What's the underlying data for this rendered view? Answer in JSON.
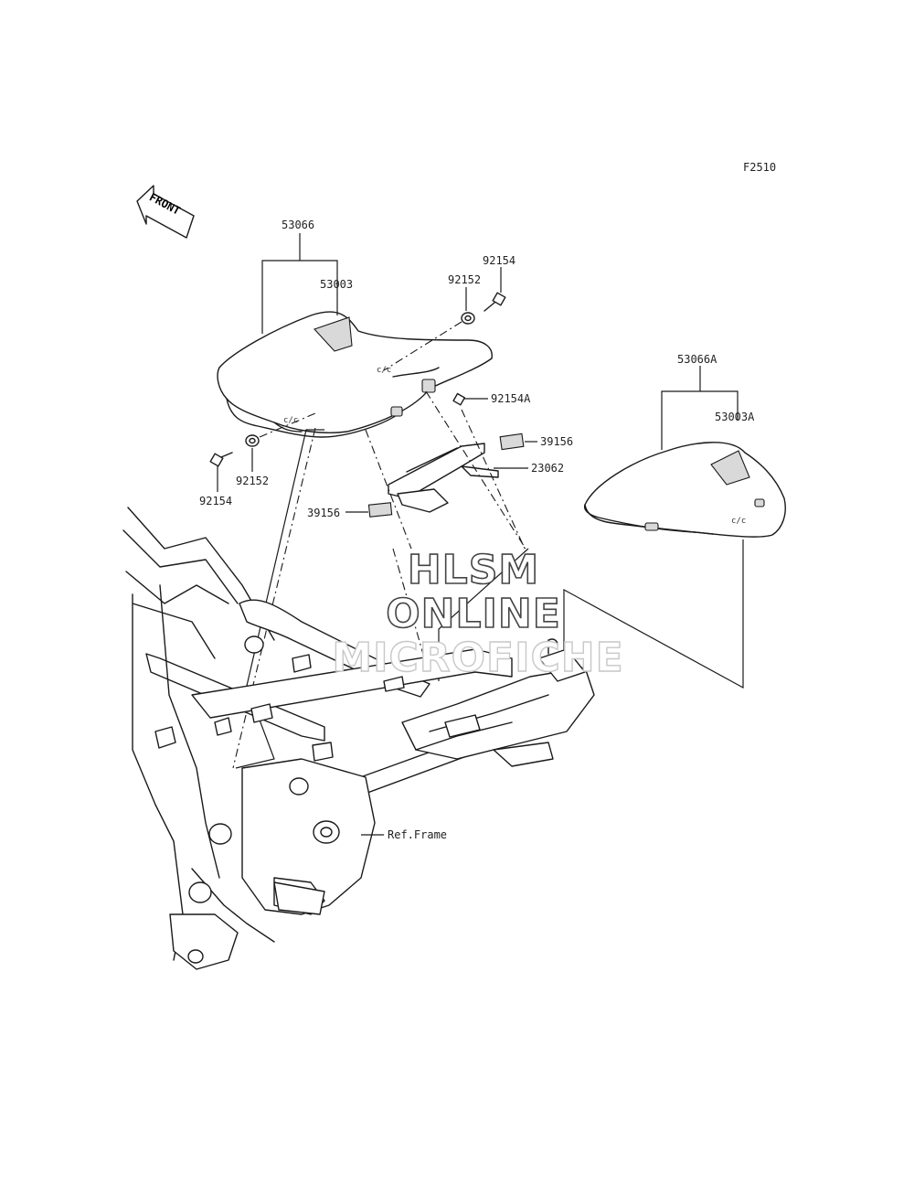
{
  "figure_code": "F2510",
  "front_arrow_label": "FRONT",
  "labels": {
    "p53066": "53066",
    "p53003": "53003",
    "p92154_top": "92154",
    "p92152_top": "92152",
    "p92154A": "92154A",
    "p39156_right": "39156",
    "p23062": "23062",
    "p39156_left": "39156",
    "p92152_left": "92152",
    "p92154_left": "92154",
    "p53066A": "53066A",
    "p53003A": "53003A",
    "ref_frame": "Ref.Frame"
  },
  "watermark": {
    "line1": "HLSM",
    "line2": "ONLINE",
    "line3": "MICROFICHE"
  }
}
